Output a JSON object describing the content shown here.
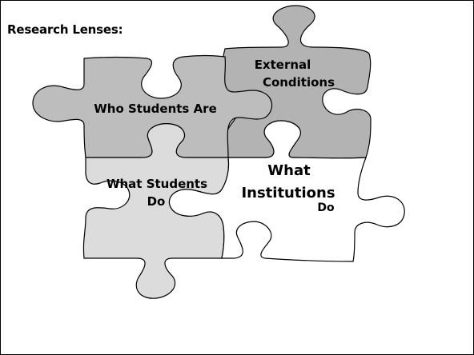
{
  "slide": {
    "title": "Research Lenses:"
  },
  "pieces": {
    "external_conditions": {
      "lines": [
        "External",
        "Conditions"
      ],
      "fill": "#b3b3b3"
    },
    "who_students_are": {
      "lines": [
        "Who Students Are"
      ],
      "fill": "#bdbdbd"
    },
    "what_students_do": {
      "lines": [
        "What Students",
        "Do"
      ],
      "fill": "#dcdcdc"
    },
    "what_institutions_do": {
      "lines": [
        "What",
        "Institutions",
        "Do"
      ],
      "fill": "#ffffff"
    }
  },
  "colors": {
    "outline": "#000000",
    "background": "#ffffff"
  }
}
